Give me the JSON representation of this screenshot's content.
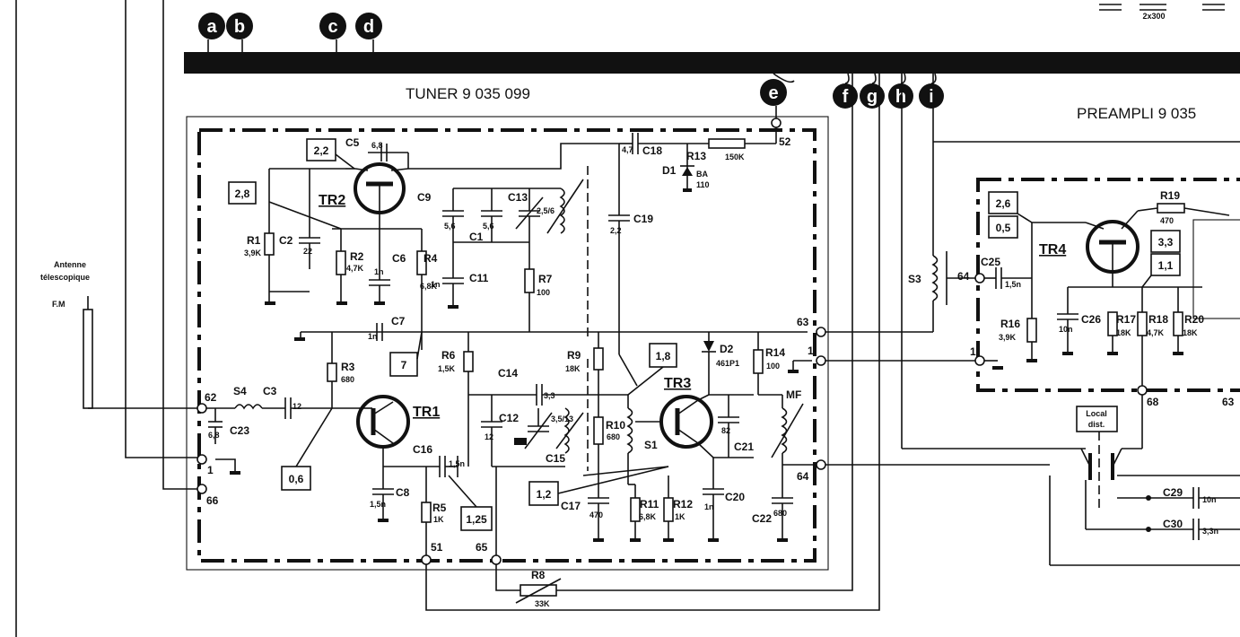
{
  "sections": {
    "tuner_title": "TUNER 9 035 099",
    "preampli_title": "PREAMPLI 9 035"
  },
  "antenna": {
    "line1": "Antenne",
    "line2": "télescopique",
    "line3": "F.M"
  },
  "bus_letters": [
    "a",
    "b",
    "c",
    "d",
    "e",
    "f",
    "g",
    "h",
    "i"
  ],
  "transistors": {
    "tr1": "TR1",
    "tr2": "TR2",
    "tr3": "TR3",
    "tr4": "TR4"
  },
  "voltage_boxes": {
    "v_2_2": "2,2",
    "v_2_8": "2,8",
    "v_7": "7",
    "v_0_6": "0,6",
    "v_1_25": "1,25",
    "v_1_8": "1,8",
    "v_1_2": "1,2",
    "v_2_6": "2,6",
    "v_0_5": "0,5",
    "v_3_3": "3,3",
    "v_1_1": "1,1"
  },
  "components": {
    "c5": "C5",
    "c5v": "6,8",
    "c18": "C18",
    "c18v": "4,7",
    "r13": "R13",
    "r13v": "150K",
    "d1": "D1",
    "d1v1": "BA",
    "d1v2": "110",
    "p52": "52",
    "c9": "C9",
    "c9v": "5,6",
    "c1": "C1",
    "c1v": "5,6",
    "c13": "C13",
    "c13v": "2,5/6",
    "c19": "C19",
    "c19v": "2,2",
    "r1": "R1",
    "r1v": "3,9K",
    "c2": "C2",
    "c2v": "22",
    "r2": "R2",
    "r2v": "4,7K",
    "c6": "C6",
    "c6v": "1n",
    "r4": "R4",
    "r4v": "6,8K",
    "c11": "C11",
    "c11v": "1n",
    "r7": "R7",
    "r7v": "100",
    "c7": "C7",
    "c7v": "1n",
    "r3": "R3",
    "r3v": "680",
    "s4": "S4",
    "c3": "C3",
    "c3v": "12",
    "c23": "C23",
    "c23v": "6,8",
    "p62": "62",
    "p1a": "1",
    "p66": "66",
    "c8": "C8",
    "c8v": "1,5n",
    "r5": "R5",
    "r5v": "1K",
    "p51": "51",
    "p65": "65",
    "c16": "C16",
    "c16v": "1,5n",
    "r6": "R6",
    "r6v": "1,5K",
    "c14": "C14",
    "c14v": "3,3",
    "c12": "C12",
    "c12v": "12",
    "c15": "C15",
    "c15v": "3,5/13",
    "r9": "R9",
    "r9v": "18K",
    "r10": "R10",
    "r10v": "680",
    "s1": "S1",
    "c17": "C17",
    "c17v": "470",
    "r11": "R11",
    "r11v": "6,8K",
    "r12": "R12",
    "r12v": "1K",
    "c20": "C20",
    "c20v": "1n",
    "d2": "D2",
    "d2v": "461P1",
    "c21": "C21",
    "c21v": "82",
    "r14": "R14",
    "r14v": "100",
    "mf": "MF",
    "c22": "C22",
    "c22v": "680",
    "p63": "63",
    "p1b": "1",
    "p64": "64",
    "r8": "R8",
    "r8v": "33K",
    "s3": "S3",
    "p64b": "64",
    "c25": "C25",
    "c25v": "1,5n",
    "r16": "R16",
    "r16v": "3,9K",
    "c26": "C26",
    "c26v": "10n",
    "r17": "R17",
    "r17v": "18K",
    "r18": "R18",
    "r18v": "4,7K",
    "r20": "R20",
    "r20v": "18K",
    "r19": "R19",
    "r19v": "470",
    "p1c": "1",
    "p68": "68",
    "p63b": "63",
    "local1": "Local",
    "local2": "dist.",
    "c29": "C29",
    "c29v": "10n",
    "c30": "C30",
    "c30v": "3,3n",
    "top_cap": "2x300"
  }
}
